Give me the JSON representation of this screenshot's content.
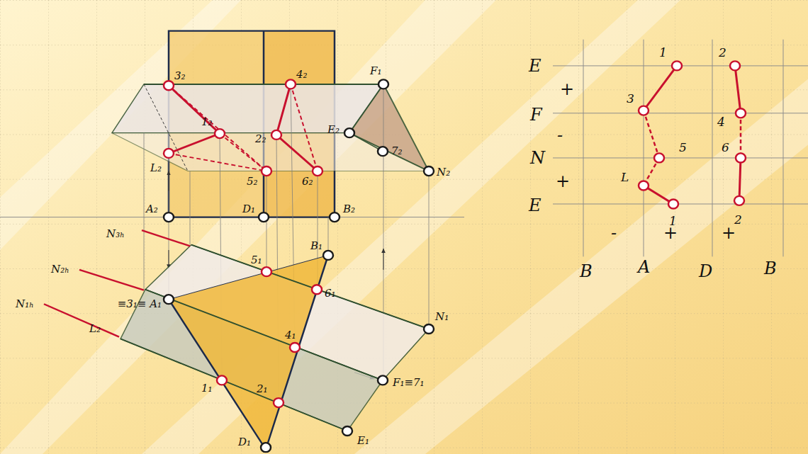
{
  "diagram": {
    "labels": [
      "3₂",
      "4₂",
      "F₁",
      "1₂",
      "2₂",
      "E₂",
      "7₂",
      "L₂",
      "5₂",
      "6₂",
      "N₂",
      "A₂",
      "D₁",
      "B₂",
      "N₃ₕ",
      "B₁",
      "5₁",
      "6₁",
      "N₂ₕ",
      "L₂",
      "≡3₁≡ A₁",
      "N₁ₕ",
      "N₁",
      "4₁",
      "1₁",
      "2₁",
      "F₁≡7₁",
      "D₁",
      "E₁",
      "E",
      "+",
      "F",
      "-",
      "N",
      "+",
      "E",
      "1",
      "2",
      "3",
      "4",
      "5",
      "6",
      "L",
      "1",
      "2",
      "-",
      "+",
      "+",
      "B",
      "A",
      "D",
      "B"
    ]
  }
}
